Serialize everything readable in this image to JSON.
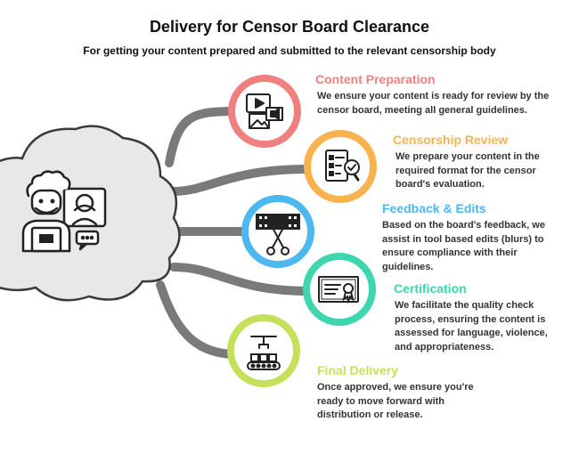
{
  "title": "Delivery for Censor Board Clearance",
  "subtitle": "For getting your content prepared and submitted to the relevant censorship body",
  "stages": [
    {
      "title": "Content Preparation",
      "description": "We ensure your content is ready for review by the censor board, meeting all general guidelines.",
      "color": "#f08080",
      "icon": "media-content-icon"
    },
    {
      "title": "Censorship Review",
      "description": "We prepare your content in the required format for the censor board's evaluation.",
      "color": "#f9b24e",
      "icon": "checklist-review-icon"
    },
    {
      "title": "Feedback & Edits",
      "description": "Based on the board's feedback, we assist in tool based edits (blurs) to ensure compliance with their guidelines.",
      "color": "#4db8f0",
      "icon": "film-scissors-icon"
    },
    {
      "title": "Certification",
      "description": "We facilitate the quality check process, ensuring the content is assessed for language, violence, and appropriateness.",
      "color": "#3dd6ae",
      "icon": "certificate-icon"
    },
    {
      "title": "Final Delivery",
      "description": "Once approved, we ensure you're ready to move forward with distribution or release.",
      "color": "#c5e05a",
      "icon": "conveyor-delivery-icon"
    }
  ]
}
